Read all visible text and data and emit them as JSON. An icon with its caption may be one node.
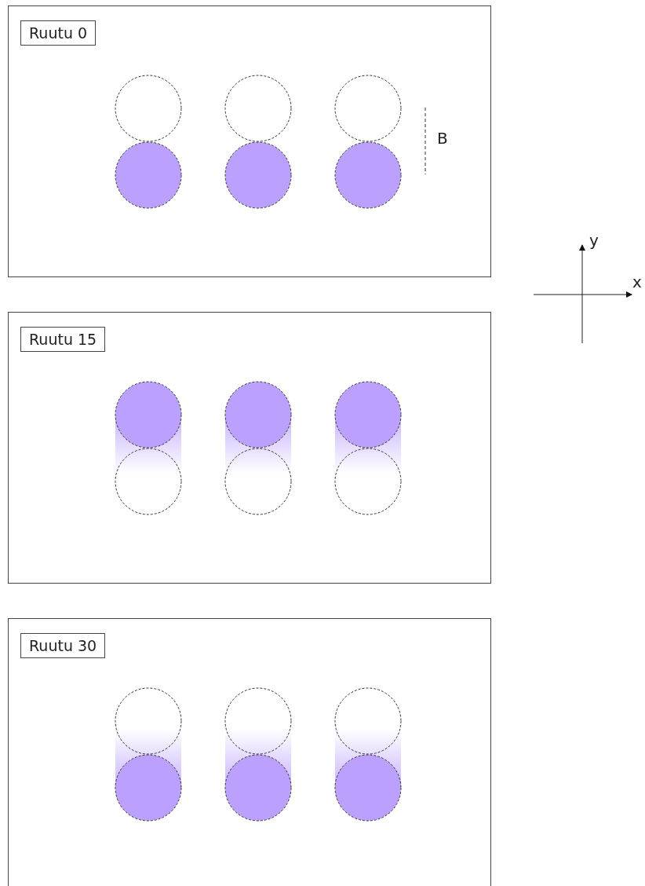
{
  "diagram": {
    "nodes": [
      {
        "text": [
          "Ruutu 0"
        ]
      },
      {
        "text": [
          "Ruutu 15"
        ]
      },
      {
        "text": [
          "Ruutu 30"
        ]
      }
    ],
    "labels": [
      "B",
      "y",
      "x"
    ]
  }
}
